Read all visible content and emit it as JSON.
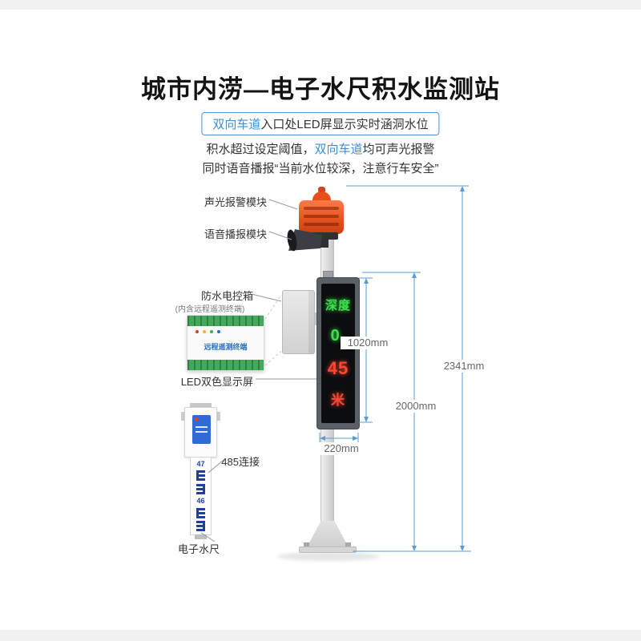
{
  "title": "城市内涝—电子水尺积水监测站",
  "intro": {
    "badge": {
      "highlight": "双向车道",
      "rest": "入口处LED屏显示实时涵洞水位"
    },
    "line1": {
      "pre": "积水超过设定阈值，",
      "highlight": "双向车道",
      "post": "均可声光报警"
    },
    "line2": "同时语音播报“当前水位较深，注意行车安全”"
  },
  "callouts": {
    "alarm": "声光报警模块",
    "voice": "语音播报模块",
    "control_box": "防水电控箱",
    "control_box_sub": "(内含远程遥测终端)",
    "led_screen": "LED双色显示屏",
    "rs485": "485连接",
    "water_gauge": "电子水尺"
  },
  "dimensions": {
    "screen_height": "1020mm",
    "pole_height": "2000mm",
    "total_height": "2341mm",
    "screen_width": "220mm"
  },
  "led_display": {
    "rows": [
      {
        "text": "深度",
        "color": "#3ce04d"
      },
      {
        "text": "0.",
        "color": "#3ce04d"
      },
      {
        "text": "45",
        "color": "#ff4636"
      },
      {
        "text": "米",
        "color": "#ff4636"
      }
    ]
  },
  "telemetry_device": {
    "label": "远程遥测终端"
  },
  "gauge": {
    "scale_numbers": [
      "47",
      "46"
    ]
  },
  "colors": {
    "accent": "#3f8fd8",
    "dimension_line": "#5b9bd5",
    "led_green": "#3ce04d",
    "led_red": "#ff4636",
    "alarm_orange": "#e8511f"
  }
}
